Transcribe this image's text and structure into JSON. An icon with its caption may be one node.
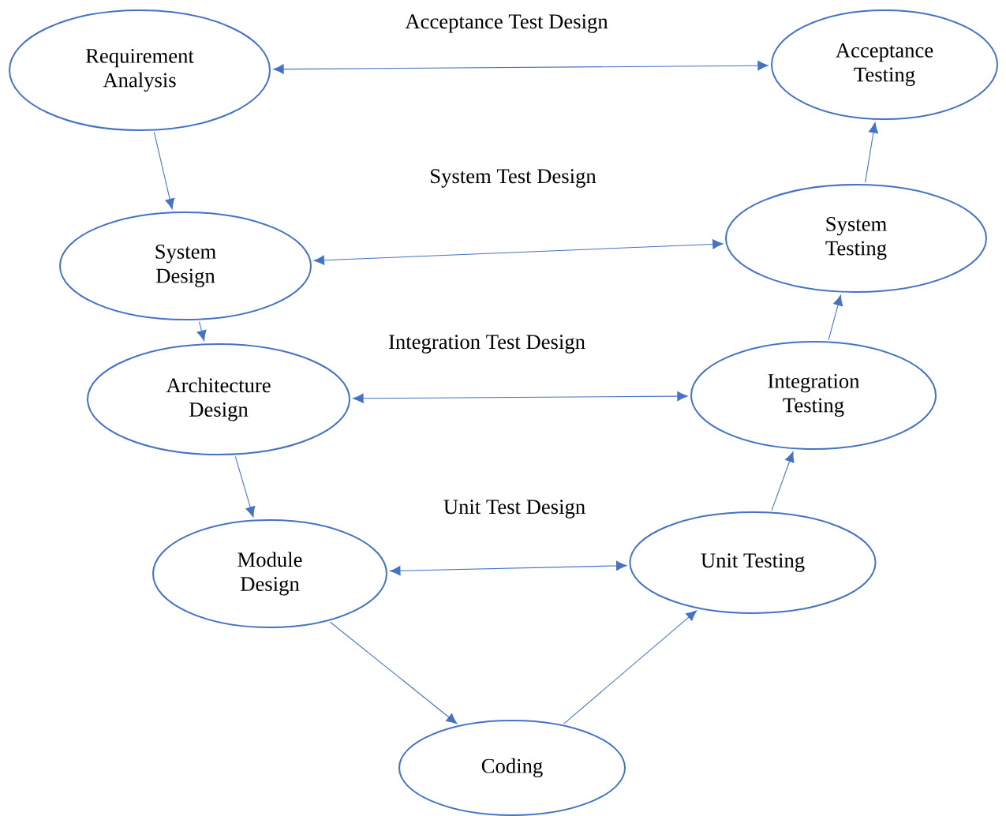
{
  "diagram": {
    "nodes": [
      {
        "text": [
          "Requirement Analysis"
        ]
      },
      {
        "text": [
          "System Design"
        ]
      },
      {
        "text": [
          "Architecture Design"
        ]
      },
      {
        "text": [
          "Module Design"
        ]
      },
      {
        "text": [
          "Coding"
        ]
      },
      {
        "text": [
          "Unit Testing"
        ]
      },
      {
        "text": [
          "Integration Testing"
        ]
      },
      {
        "text": [
          "System Testing"
        ]
      },
      {
        "text": [
          "Acceptance Testing"
        ]
      }
    ],
    "edges": [
      {
        "from": 0,
        "to": 1,
        "arrow": "to"
      },
      {
        "from": 1,
        "to": 2,
        "arrow": "to"
      },
      {
        "from": 2,
        "to": 3,
        "arrow": "to"
      },
      {
        "from": 3,
        "to": 4,
        "arrow": "to"
      },
      {
        "from": 4,
        "to": 5,
        "arrow": "to"
      },
      {
        "from": 5,
        "to": 6,
        "arrow": "to"
      },
      {
        "from": 6,
        "to": 7,
        "arrow": "to"
      },
      {
        "from": 7,
        "to": 8,
        "arrow": "to"
      },
      {
        "from": 0,
        "to": 8,
        "arrow": "both",
        "label": "Acceptance Test Design"
      },
      {
        "from": 1,
        "to": 7,
        "arrow": "both",
        "label": "System Test Design"
      },
      {
        "from": 2,
        "to": 6,
        "arrow": "both",
        "label": "Integration Test Design"
      },
      {
        "from": 3,
        "to": 5,
        "arrow": "both",
        "label": "Unit Test Design"
      }
    ]
  }
}
